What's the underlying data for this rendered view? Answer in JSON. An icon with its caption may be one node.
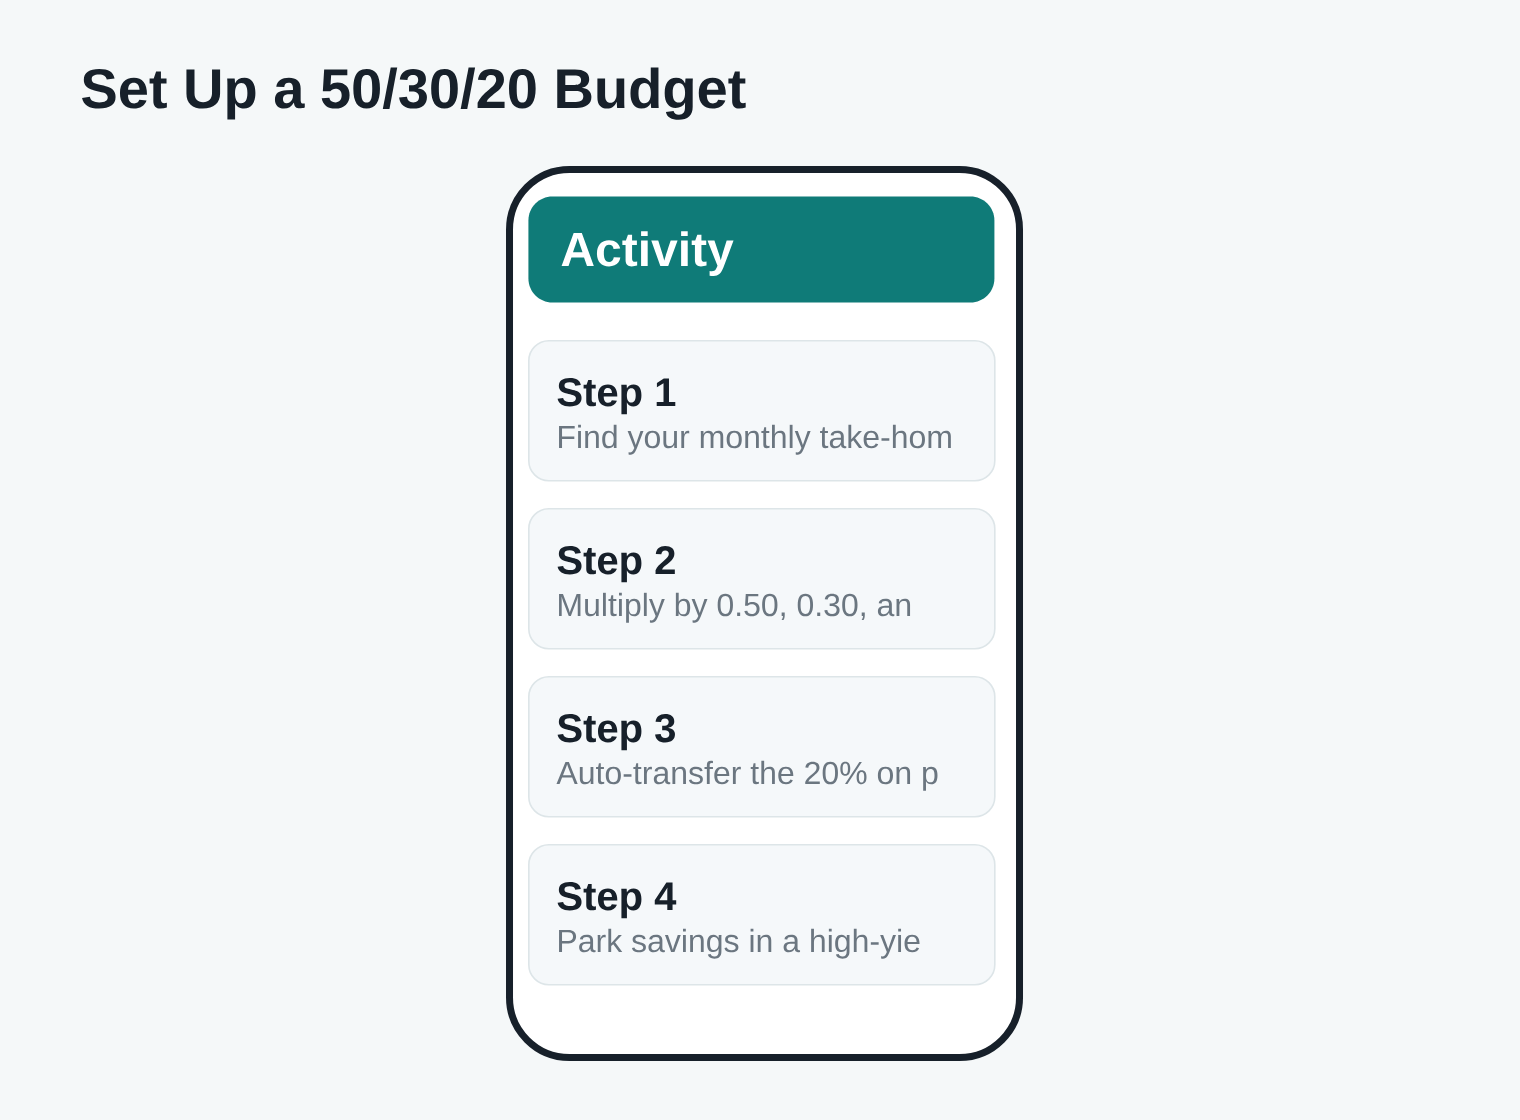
{
  "diagram": {
    "title": "Set Up a 50/30/20 Budget",
    "nodes": [
      {
        "text": [],
        "shape": "box"
      },
      {
        "text": [
          "Activity"
        ],
        "in": 0
      },
      {
        "text": [
          "Step 1",
          "Find your monthly take-hom"
        ],
        "in": 0
      },
      {
        "text": [
          "Step 2",
          "Multiply by 0.50, 0.30, an"
        ],
        "in": 0
      },
      {
        "text": [
          "Step 3",
          "Auto-transfer the 20% on p"
        ],
        "in": 0
      },
      {
        "text": [
          "Step 4",
          "Park savings in a high-yie"
        ],
        "in": 0
      }
    ]
  }
}
